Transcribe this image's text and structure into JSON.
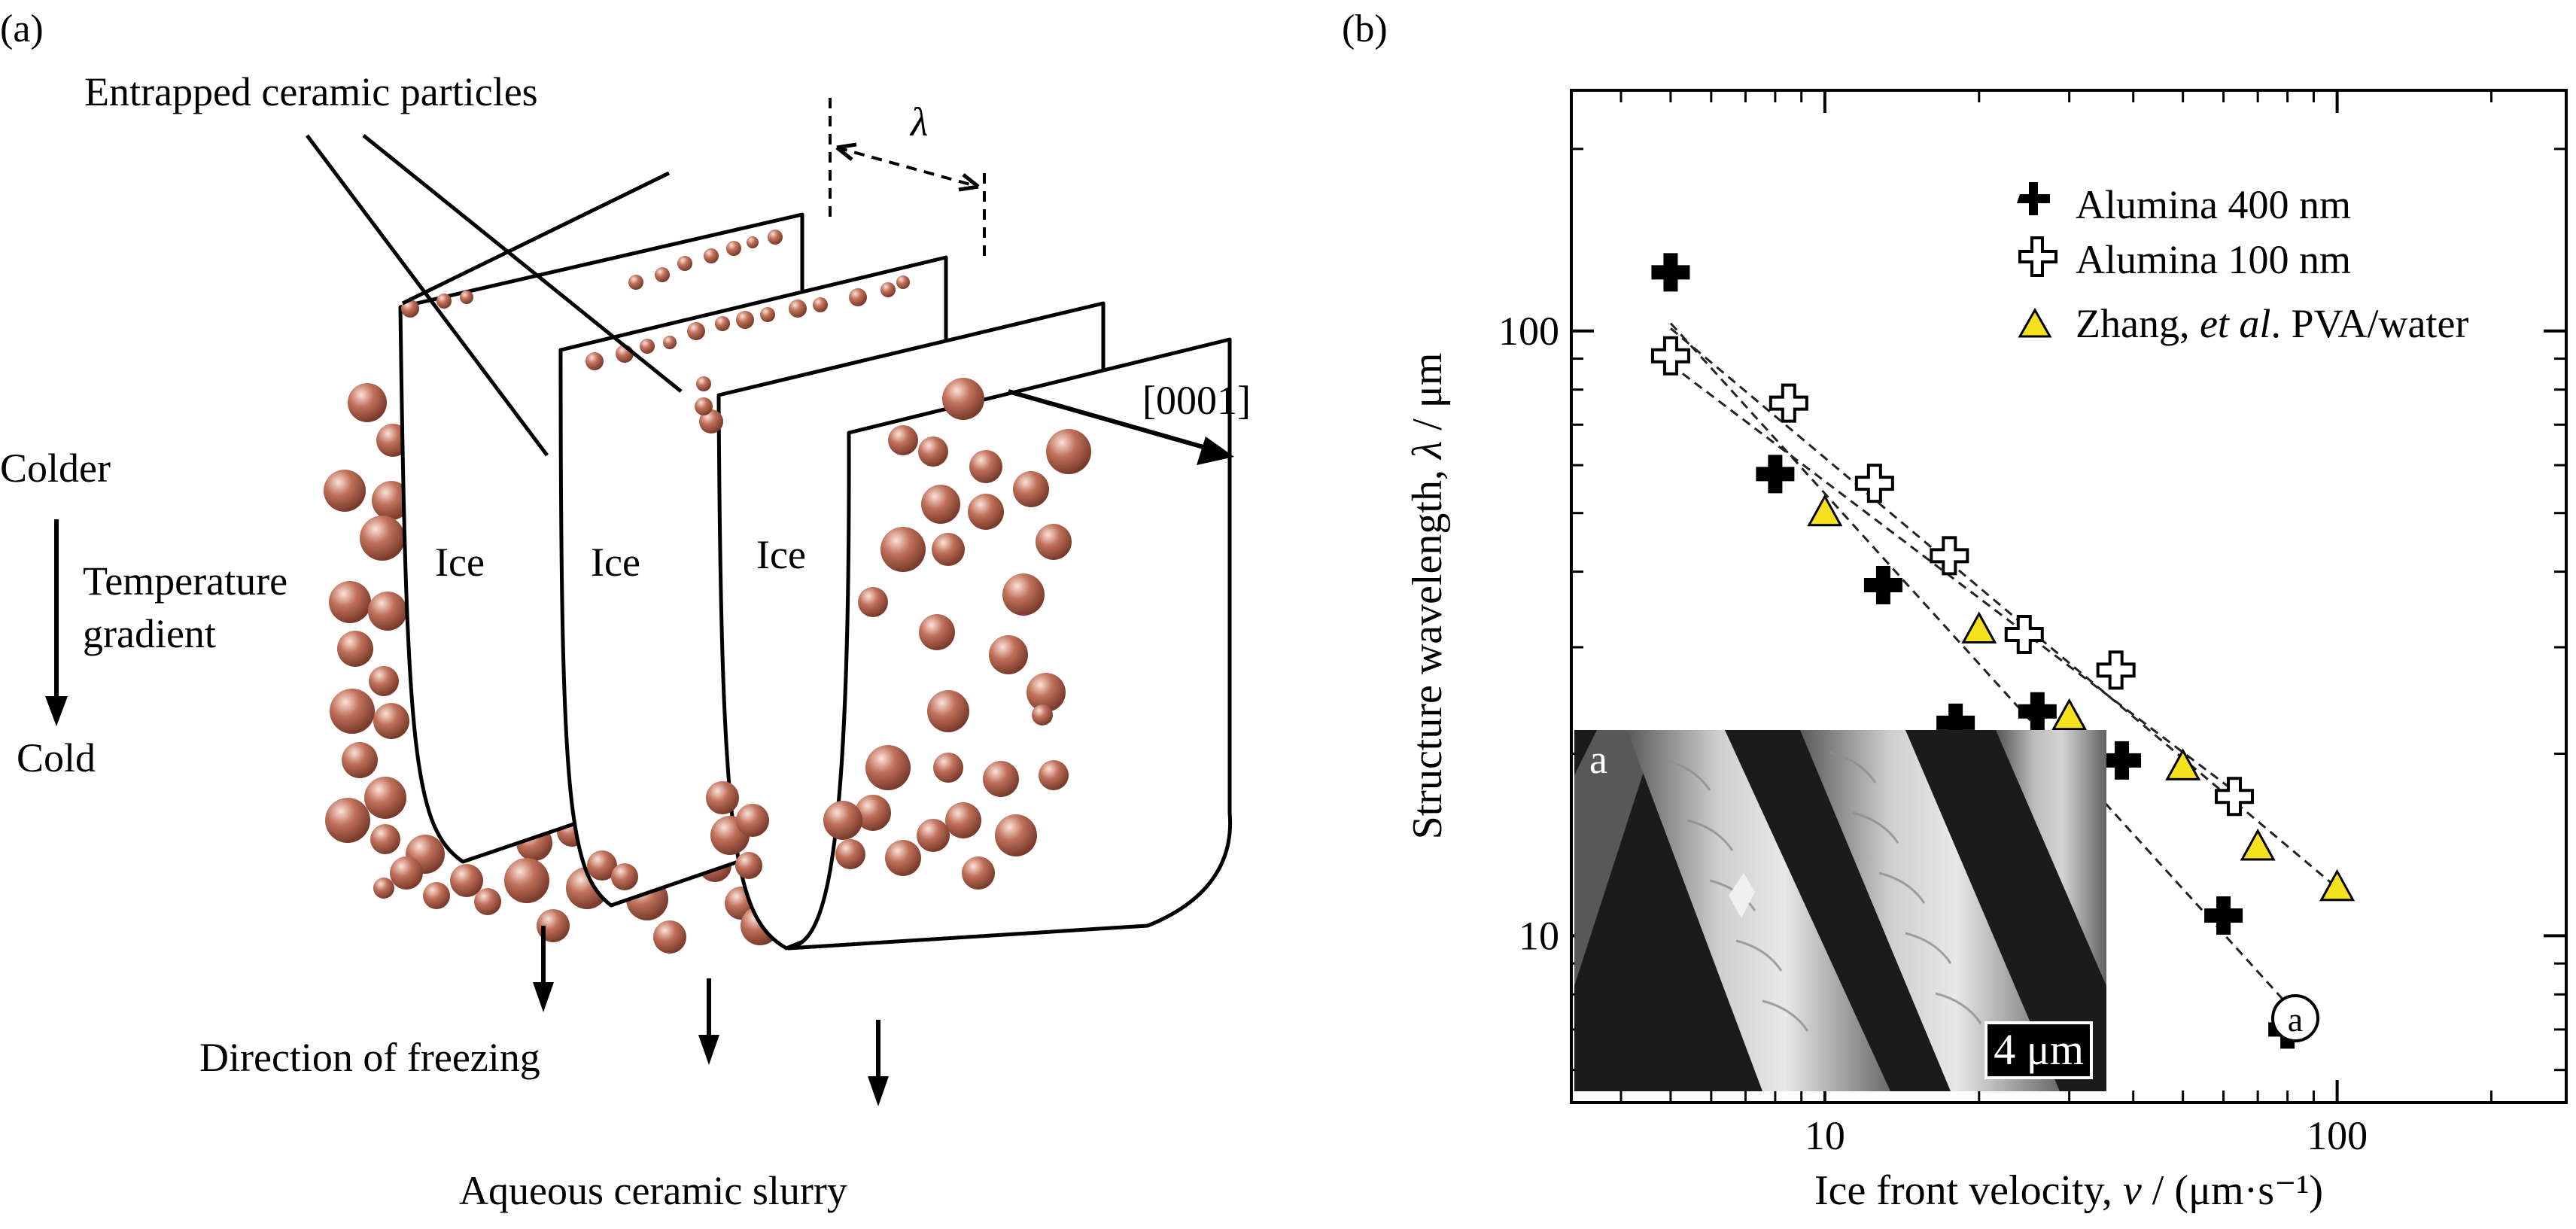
{
  "panel_a": {
    "label": "(a)",
    "entrapped": "Entrapped ceramic particles",
    "lambda": "λ",
    "crystal_dir": "[0001]",
    "colder": "Colder",
    "gradient_1": "Temperature",
    "gradient_2": "gradient",
    "cold": "Cold",
    "ice": [
      "Ice",
      "Ice",
      "Ice"
    ],
    "direction": "Direction of freezing",
    "slurry": "Aqueous ceramic slurry",
    "particle_color": "#c0705a"
  },
  "panel_b": {
    "label": "(b)",
    "inset_label": "a",
    "scale_bar": "4 μm",
    "point_marker": "a"
  },
  "chart_data": {
    "type": "scatter",
    "xscale": "log",
    "yscale": "log",
    "xlim": [
      3.2,
      280
    ],
    "ylim": [
      5.3,
      250
    ],
    "xticks": [
      10,
      100
    ],
    "yticks": [
      10,
      100
    ],
    "xlabel_pre": "Ice front velocity, ",
    "xlabel_var": "v",
    "xlabel_post": " / (μm·s⁻¹)",
    "ylabel_pre": "Structure wavelength, ",
    "ylabel_var": "λ",
    "ylabel_post": " / μm",
    "series": [
      {
        "name": "Alumina 400 nm",
        "marker": "plus-filled",
        "color": "#000000",
        "x": [
          5,
          8,
          13,
          18,
          26,
          38,
          60,
          80
        ],
        "y": [
          125,
          58,
          38,
          22.5,
          23.5,
          19.5,
          10.8,
          7
        ]
      },
      {
        "name": "Alumina 100 nm",
        "marker": "plus-open",
        "color": "#000000",
        "x": [
          5,
          8.5,
          12.5,
          17.5,
          24.5,
          37,
          63
        ],
        "y": [
          91,
          76,
          56,
          42.5,
          31.5,
          27.5,
          17
        ]
      },
      {
        "name_pre": "Zhang, ",
        "name_it": "et al",
        "name_post": ". PVA/water",
        "marker": "triangle",
        "color": "#f5e11e",
        "x": [
          10,
          20,
          30,
          50,
          70,
          100
        ],
        "y": [
          50,
          32,
          23,
          19,
          14,
          12
        ]
      }
    ],
    "fit_lines": [
      {
        "x": [
          5,
          80
        ],
        "y": [
          103,
          7.7
        ]
      },
      {
        "x": [
          5,
          100
        ],
        "y": [
          101,
          12
        ]
      },
      {
        "x": [
          5,
          65
        ],
        "y": [
          88,
          17
        ]
      }
    ]
  }
}
